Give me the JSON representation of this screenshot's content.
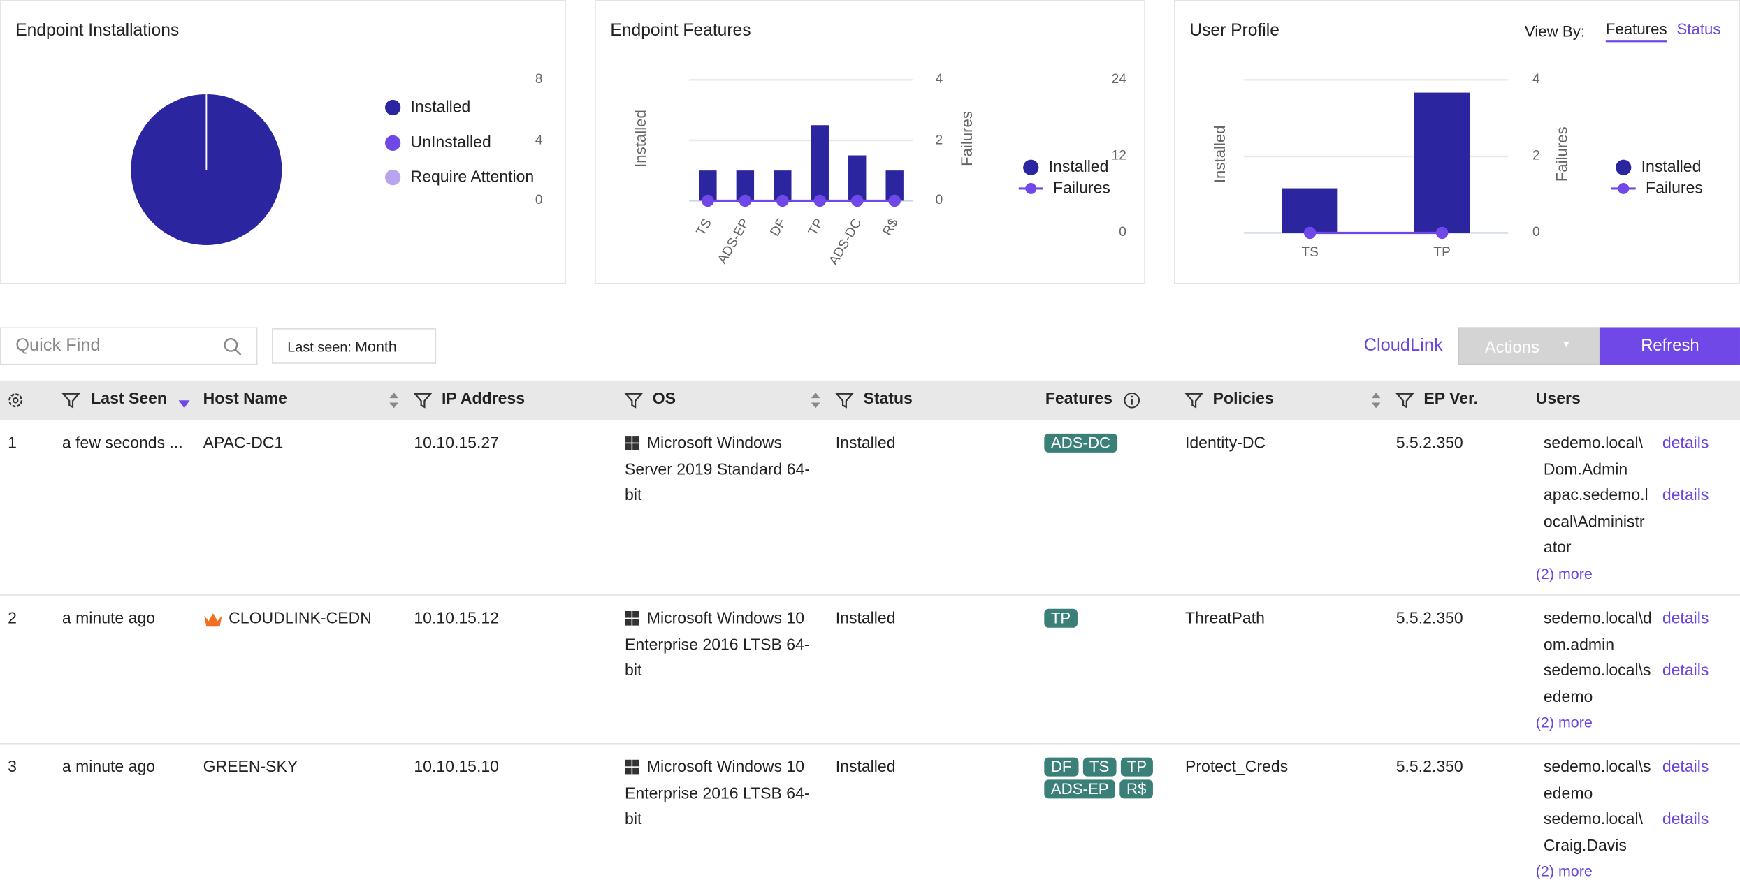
{
  "colors": {
    "installed": "#2c25a0",
    "uninstalled": "#7048e8",
    "attention": "#b7a3ee",
    "accent": "#7048e8",
    "badge": "#3a8078",
    "crown": "#f07020"
  },
  "installations": {
    "title": "Endpoint Installations",
    "legend": [
      "Installed",
      "UnInstalled",
      "Require Attention"
    ],
    "chart_data": {
      "type": "pie",
      "labels": [
        "Installed",
        "UnInstalled",
        "Require Attention"
      ],
      "values": [
        100,
        0,
        0
      ]
    }
  },
  "features": {
    "title": "Endpoint Features",
    "legend": [
      "Installed",
      "Failures"
    ],
    "chart_data": {
      "type": "bar",
      "categories": [
        "TS",
        "ADS-EP",
        "DF",
        "TP",
        "ADS-DC",
        "R$"
      ],
      "series": [
        {
          "name": "Installed",
          "type": "bar",
          "axis": "left",
          "values": [
            2,
            2,
            2,
            5,
            3,
            2
          ]
        },
        {
          "name": "Failures",
          "type": "line",
          "axis": "right",
          "values": [
            0,
            0,
            0,
            0,
            0,
            0
          ]
        }
      ],
      "ylabel": "Installed",
      "y2label": "Failures",
      "ylim": [
        0,
        8
      ],
      "y2lim": [
        0,
        4
      ],
      "yticks": [
        "8",
        "4",
        "0"
      ],
      "y2ticks": [
        "4",
        "2",
        "0"
      ]
    }
  },
  "profile": {
    "title": "User Profile",
    "view_by": "View By:",
    "tabs": [
      "Features",
      "Status"
    ],
    "legend": [
      "Installed",
      "Failures"
    ],
    "chart_data": {
      "type": "bar",
      "categories": [
        "TS",
        "TP"
      ],
      "series": [
        {
          "name": "Installed",
          "type": "bar",
          "axis": "left",
          "values": [
            7,
            22
          ]
        },
        {
          "name": "Failures",
          "type": "line",
          "axis": "right",
          "values": [
            0,
            0
          ]
        }
      ],
      "ylabel": "Installed",
      "y2label": "Failures",
      "ylim": [
        0,
        24
      ],
      "y2lim": [
        0,
        4
      ],
      "yticks": [
        "24",
        "12",
        "0"
      ],
      "y2ticks": [
        "4",
        "2",
        "0"
      ]
    }
  },
  "toolbar": {
    "search_placeholder": "Quick Find",
    "last_seen_label": "Last seen:",
    "last_seen_value": "Month",
    "cloudlink": "CloudLink",
    "actions": "Actions",
    "refresh": "Refresh"
  },
  "table": {
    "headers": [
      "Last Seen",
      "Host Name",
      "IP Address",
      "OS",
      "Status",
      "Features",
      "Policies",
      "EP Ver.",
      "Users"
    ],
    "details_label": "details",
    "rows": [
      {
        "num": "1",
        "last_seen": "a few seconds ...",
        "host": "APAC-DC1",
        "crown": false,
        "ip": "10.10.15.27",
        "os": "Microsoft Windows Server 2019 Standard 64-bit",
        "status": "Installed",
        "features": [
          "ADS-DC"
        ],
        "policy": "Identity-DC",
        "ep": "5.5.2.350",
        "users": [
          [
            "sedemo.local\\",
            "Dom.Admin"
          ],
          [
            "apac.sedemo.l",
            "ocal\\Administr",
            "ator"
          ]
        ],
        "more": "(2) more"
      },
      {
        "num": "2",
        "last_seen": "a minute ago",
        "host": "CLOUDLINK-CEDN",
        "crown": true,
        "ip": "10.10.15.12",
        "os": "Microsoft Windows 10 Enterprise 2016 LTSB 64-bit",
        "status": "Installed",
        "features": [
          "TP"
        ],
        "policy": "ThreatPath",
        "ep": "5.5.2.350",
        "users": [
          [
            "sedemo.local\\d",
            "om.admin"
          ],
          [
            "sedemo.local\\s",
            "edemo"
          ]
        ],
        "more": "(2) more"
      },
      {
        "num": "3",
        "last_seen": "a minute ago",
        "host": "GREEN-SKY",
        "crown": false,
        "ip": "10.10.15.10",
        "os": "Microsoft Windows 10 Enterprise 2016 LTSB 64-bit",
        "status": "Installed",
        "features": [
          "DF",
          "TS",
          "TP",
          "ADS-EP",
          "R$"
        ],
        "policy": "Protect_Creds",
        "ep": "5.5.2.350",
        "users": [
          [
            "sedemo.local\\s",
            "edemo"
          ],
          [
            "sedemo.local\\",
            "Craig.Davis"
          ]
        ],
        "more": "(2) more"
      }
    ]
  }
}
